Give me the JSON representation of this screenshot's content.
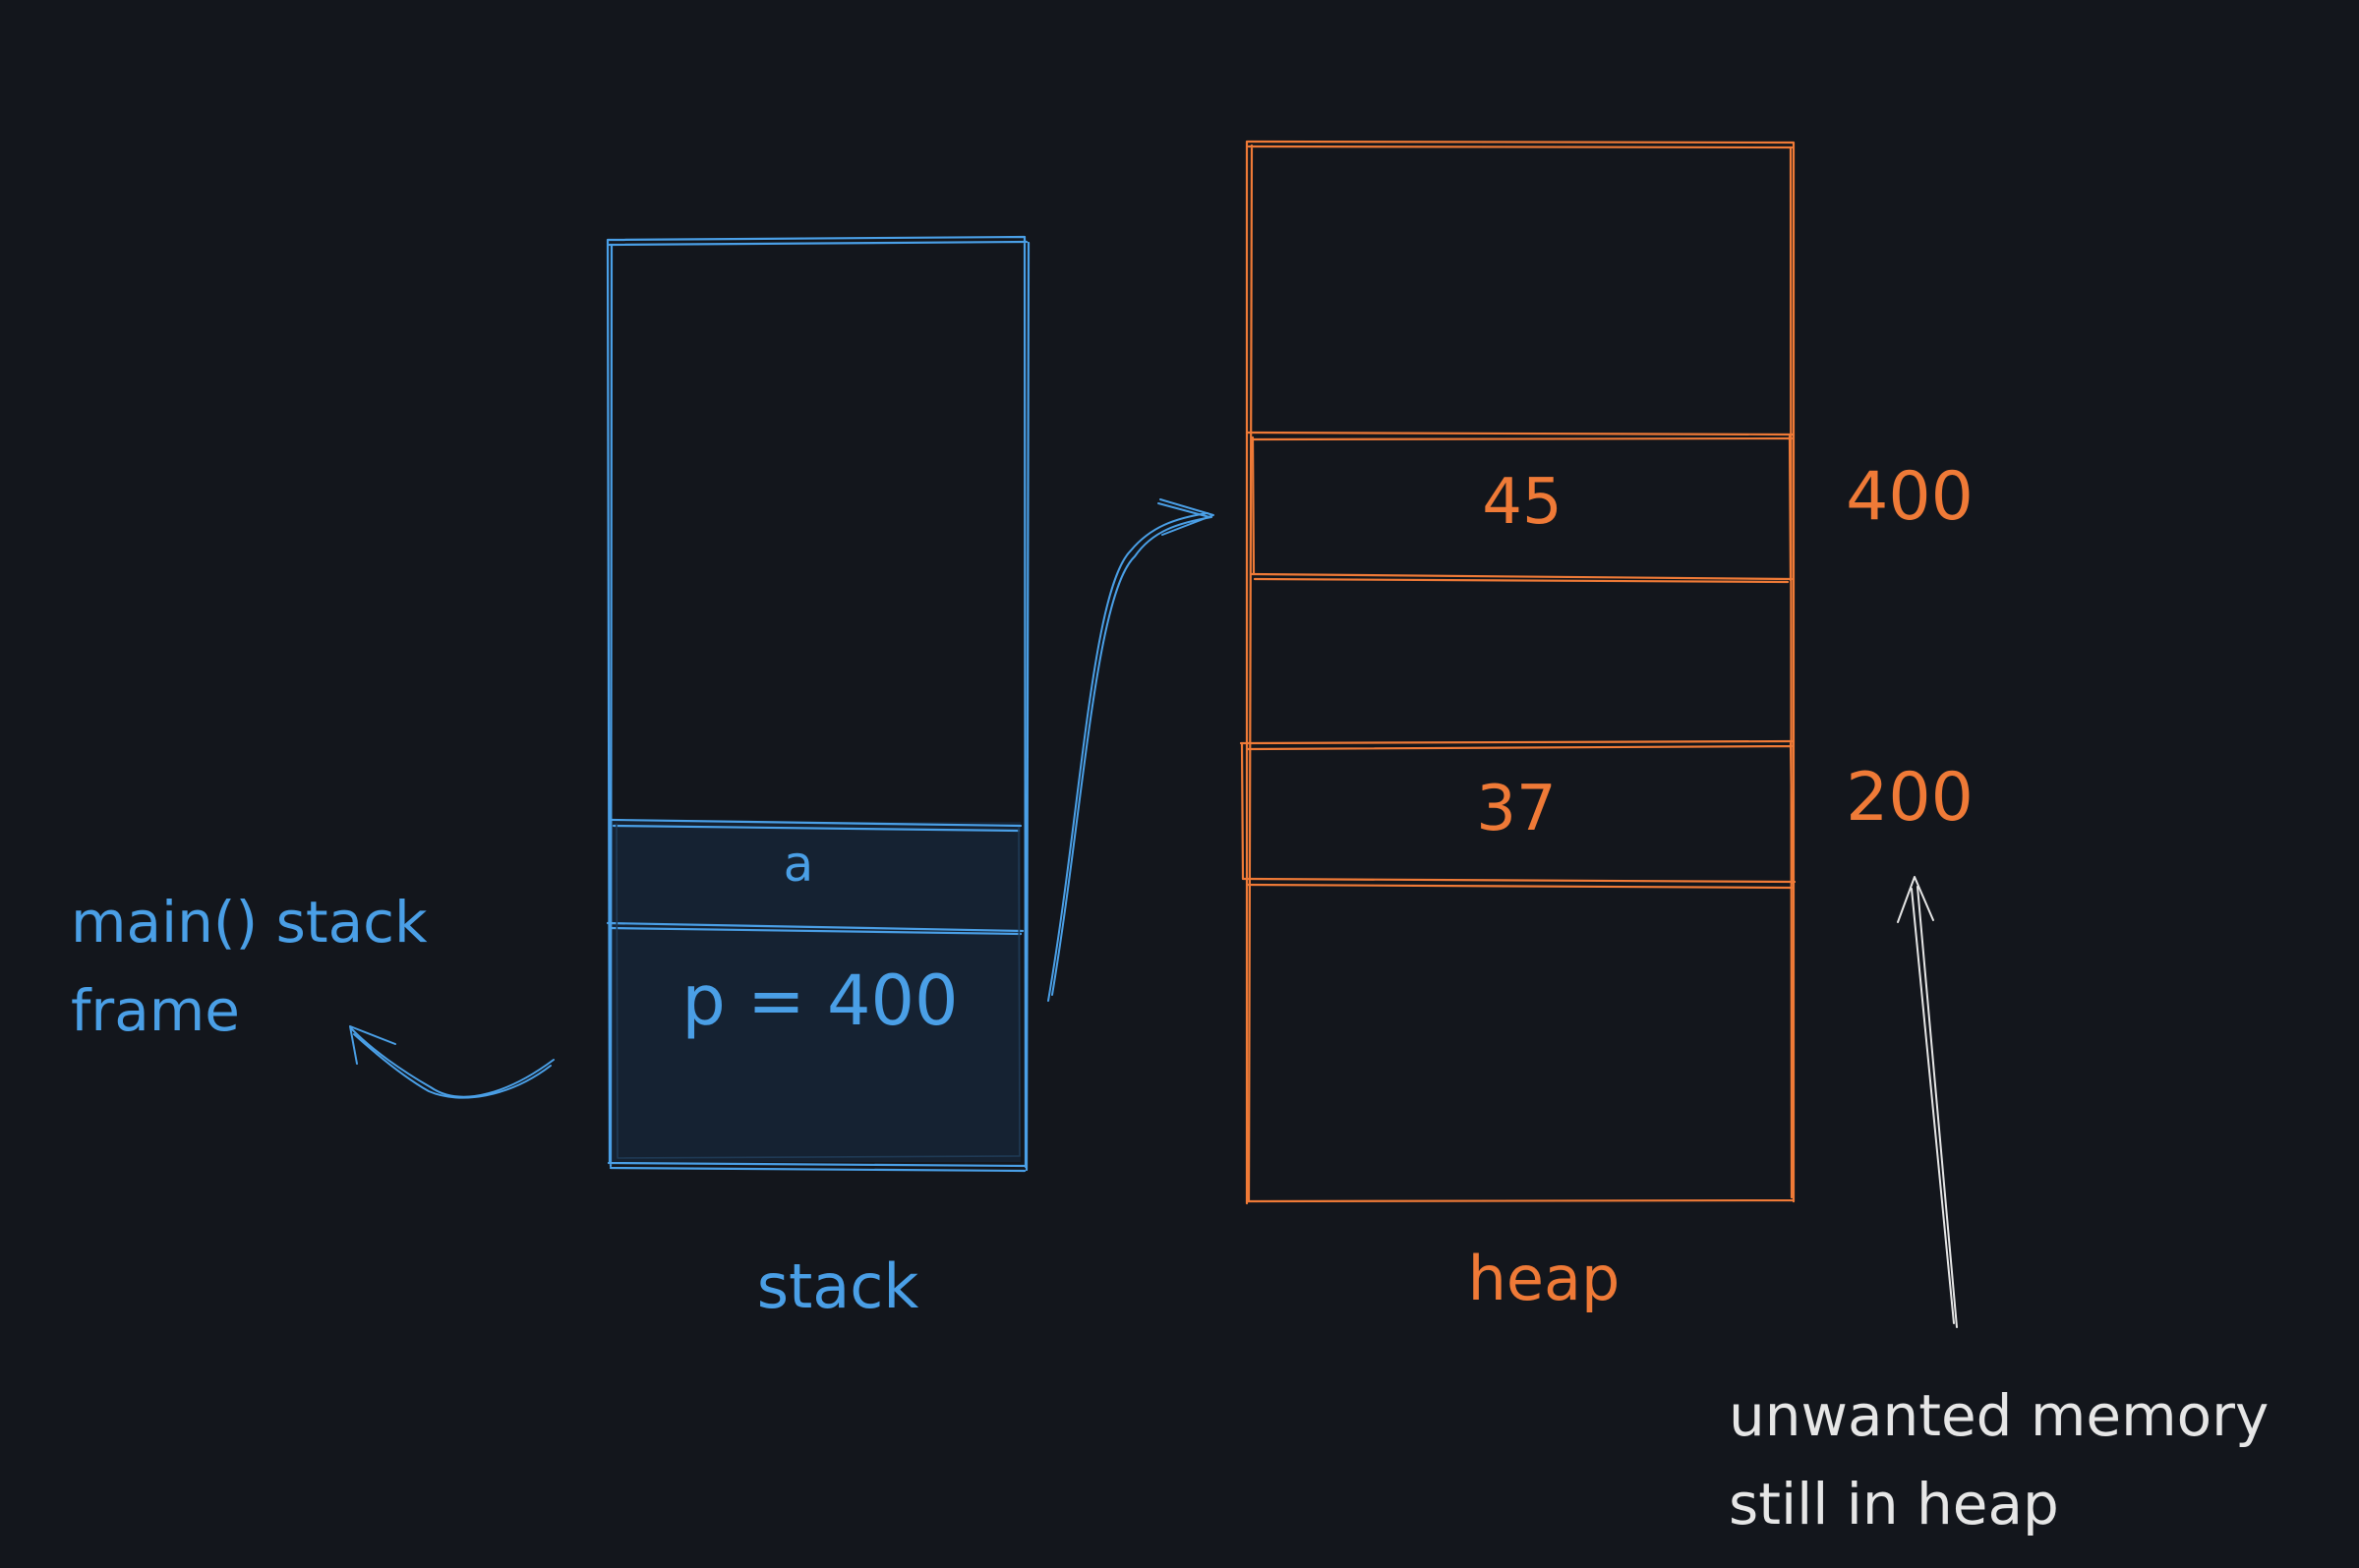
{
  "colors": {
    "background": "#13161c",
    "stack": "#4a9fe6",
    "stack_fill": "#152232",
    "heap": "#ef7a37",
    "annotation": "#e6e6e6"
  },
  "stack": {
    "slot_a": "a",
    "slot_p": "p = 400",
    "caption": "stack",
    "frame_note_line1": "main() stack",
    "frame_note_line2": "frame"
  },
  "heap": {
    "caption": "heap",
    "block_1": {
      "value": "45",
      "address": "400"
    },
    "block_2": {
      "value": "37",
      "address": "200"
    }
  },
  "note": {
    "line1": "unwanted memory",
    "line2": "still in heap"
  }
}
